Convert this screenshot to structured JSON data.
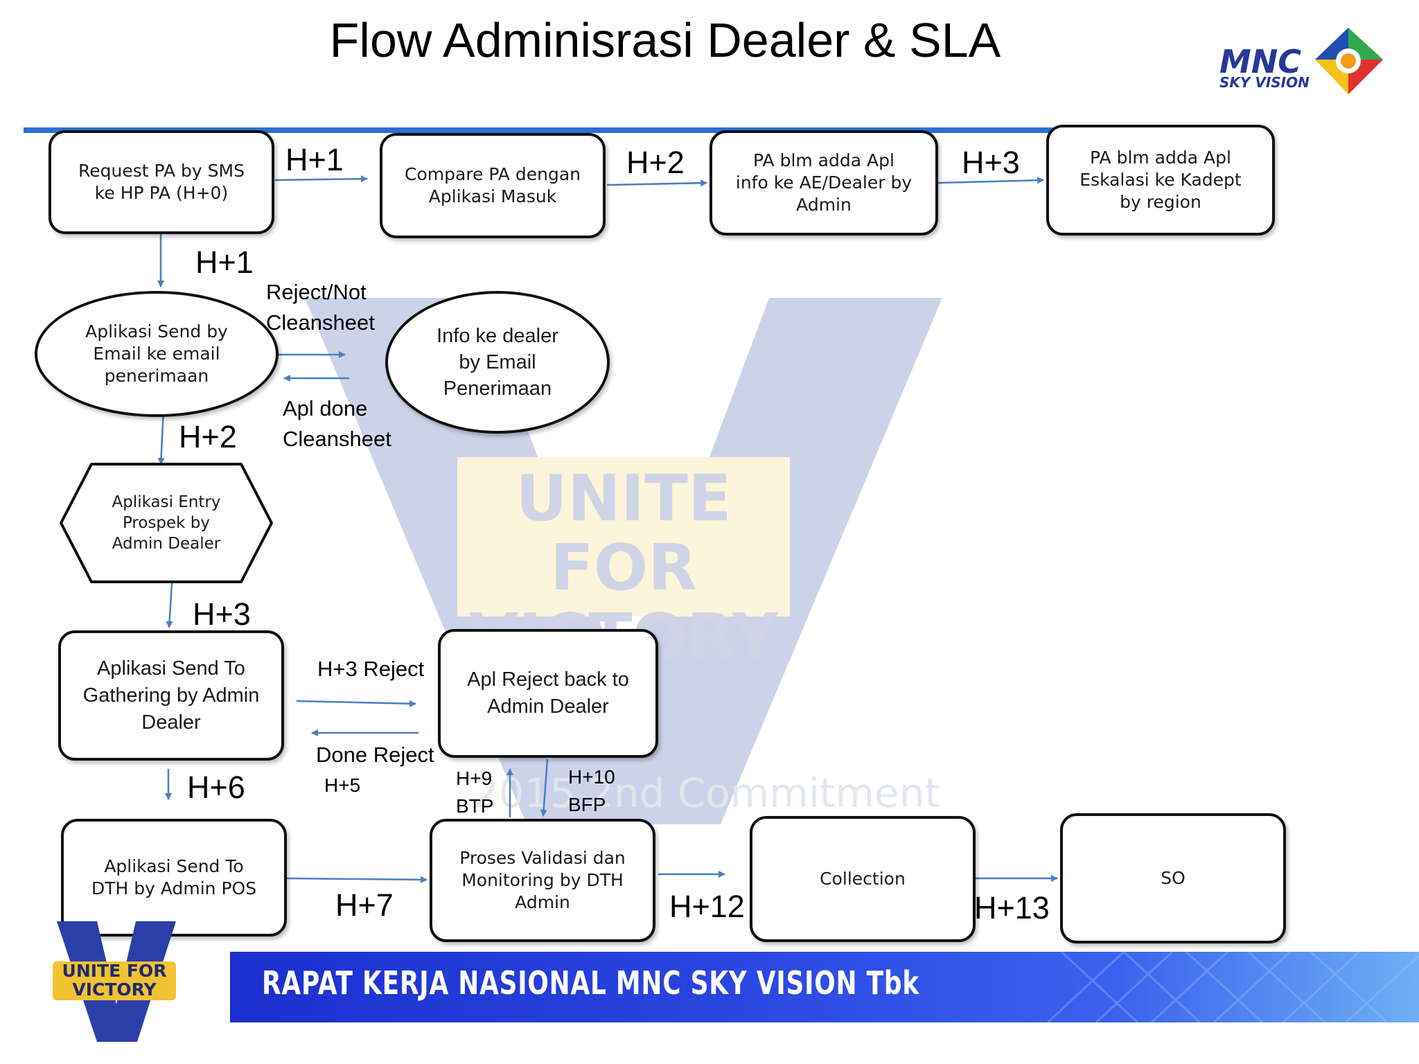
{
  "title": "Flow Adminisrasi Dealer & SLA",
  "logo": {
    "brand": "MNC",
    "sub": "SKY VISION"
  },
  "watermark": {
    "text": "UNITE FOR\nVICTORY",
    "commitment": "2015 2nd Commitment"
  },
  "footer": {
    "banner": "RAPAT KERJA NASIONAL MNC SKY VISION Tbk",
    "badge": "UNITE FOR\nVICTORY"
  },
  "nodes": {
    "request_pa": "Request PA by SMS\nke HP PA (H+0)",
    "compare_pa": "Compare PA dengan\nAplikasi Masuk",
    "pa_info_ae": "PA blm adda Apl\ninfo ke AE/Dealer by\nAdmin",
    "pa_eskalasi": "PA blm adda Apl\nEskalasi ke Kadept\nby region",
    "aplikasi_email": "Aplikasi Send by\nEmail ke email\npenerimaan",
    "info_dealer": "Info ke dealer\nby Email\nPenerimaan",
    "aplikasi_entry": "Aplikasi Entry\nProspek by\nAdmin Dealer",
    "send_gathering": "Aplikasi Send To\nGathering by Admin\nDealer",
    "apl_reject": "Apl Reject back to\nAdmin Dealer",
    "send_dth": "Aplikasi Send To\nDTH by Admin POS",
    "proses_validasi": "Proses Validasi dan\nMonitoring by DTH\nAdmin",
    "collection": "Collection",
    "so": "SO"
  },
  "labels": {
    "h1_top": "H+1",
    "h2_top": "H+2",
    "h3_top": "H+3",
    "h1_down": "H+1",
    "reject_not": "Reject/Not\n   Cleansheet",
    "apl_done": "Apl done\n   Cleansheet",
    "h2_down": "H+2",
    "h3_down": "H+3",
    "h3_reject": "H+3 Reject",
    "done_reject": "Done Reject",
    "h5": "H+5",
    "h6": "H+6",
    "h9_btp": "H+9\nBTP",
    "h10_bfp": "H+10\nBFP",
    "h7": "H+7",
    "h12": "H+12",
    "h13": "H+13"
  },
  "colors": {
    "arrow": "#4a7ec0",
    "rule": "#2b6fd6",
    "banner": "#2338d8"
  }
}
